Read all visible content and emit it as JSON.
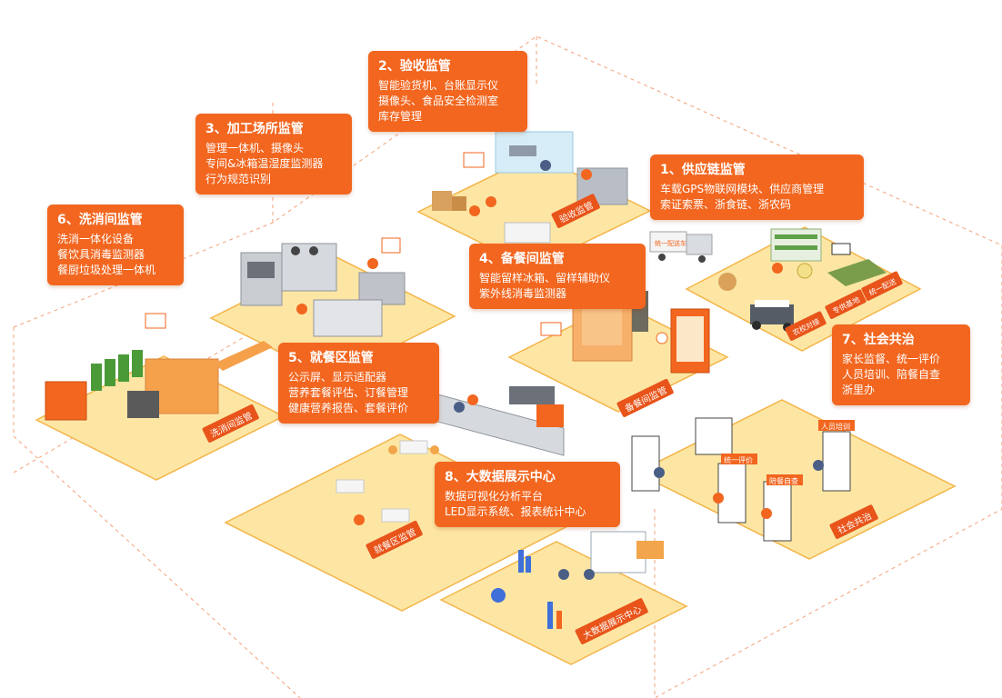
{
  "modules": [
    {
      "title": "1、供应链监管",
      "lines": [
        "车载GPS物联网模块、供应商管理",
        "索证索票、浙食链、浙农码"
      ]
    },
    {
      "title": "2、验收监管",
      "lines": [
        "智能验货机、台账显示仪",
        "摄像头、食品安全检测室",
        "库存管理"
      ]
    },
    {
      "title": "3、加工场所监管",
      "lines": [
        "管理一体机、摄像头",
        "专间&冰箱温湿度监测器",
        "行为规范识别"
      ]
    },
    {
      "title": "4、备餐间监管",
      "lines": [
        "智能留样冰箱、留样辅助仪",
        "紫外线消毒监测器"
      ]
    },
    {
      "title": "5、就餐区监管",
      "lines": [
        "公示屏、显示适配器",
        "营养套餐评估、订餐管理",
        "健康营养报告、套餐评价"
      ]
    },
    {
      "title": "6、洗消间监管",
      "lines": [
        "洗消一体化设备",
        "餐饮具消毒监测器",
        "餐厨垃圾处理一体机"
      ]
    },
    {
      "title": "7、社会共治",
      "lines": [
        "家长监督、统一评价",
        "人员培训、陪餐自查",
        "浙里办"
      ]
    },
    {
      "title": "8、大数据展示中心",
      "lines": [
        "数据可视化分析平台",
        "LED显示系统、报表统计中心"
      ]
    }
  ],
  "zones": [
    "验收监管",
    "农校对接",
    "专供基地",
    "统一配送",
    "备餐间监管",
    "洗消间监管",
    "就餐区监管",
    "社会共治",
    "大数据展示中心"
  ],
  "screen_labels": [
    "统一评价",
    "陪餐自查",
    "人员培训"
  ],
  "truck_label": "统一配送车",
  "colors": {
    "accent": "#f2661f",
    "floor": "#fde6a4",
    "floor_edge": "#f4b54a",
    "tag": "#e8541a",
    "dashed": "#f2a27a"
  }
}
